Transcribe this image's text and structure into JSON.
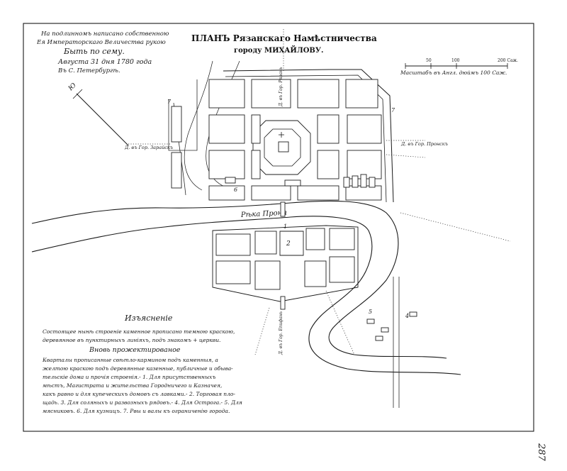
{
  "approval": {
    "line1": "На подлинномъ написано собственною",
    "line2": "Ея Императорскаго Величества рукою",
    "line3": "Быть по сему.",
    "line4": "Августа 31 дня 1780 года",
    "line5": "Въ С. Петербургѣ."
  },
  "title": {
    "line1": "ПЛАНЪ Рязанскаго Намѣстничества",
    "line2": "городу МИХАЙЛОВУ."
  },
  "scale": {
    "ticks": [
      "50",
      "100",
      "200 Саж."
    ],
    "label": "Масштабъ въ Англ. дюймъ 100 Саж."
  },
  "compass": {
    "north_label": "Ю"
  },
  "roads": {
    "west": "Д. въ Гор. Зарайскъ",
    "east": "Д. въ Гор. Пронскъ",
    "north": "Д. въ Гор. Рязань",
    "south": "Д. въ Гор. Епифань"
  },
  "river": {
    "label": "Рѣка Проня"
  },
  "block_labels": {
    "l1": "1",
    "l2": "2",
    "l4": "4",
    "l5": "5",
    "l6": "6",
    "l7": "7"
  },
  "legend": {
    "heading": "Изъясненіе",
    "line1": "Состоящее нынѣ строеніе каменное прописано темною краскою,",
    "line2": "деревянное въ пунктирныхъ линіяхъ, подъ знакомъ + церкви.",
    "heading2": "Вновь прожектированое",
    "line3": "Кварталы прописанные свѣтло-кармином подъ каменныя, а",
    "line4": "желтою краскою подъ деревянные казенные, публичные и обыва-",
    "line5": "тельскіе дома и прочія строенія.- 1. Для присутственныхъ",
    "line6": "мѣстъ, Магистрата и жительства Городничего и Казначея,",
    "line7": "какъ равно и для купеческихъ домовъ съ лавками.- 2. Торговая пло-",
    "line8": "щадь. 3. Для соляныхъ и развозныхъ рядовъ.- 4. Для Острога.- 5. Для",
    "line9": "мясниковъ. 6. Для кузницъ. 7. Рвы и валы къ ограниченію города."
  },
  "page_number": "287"
}
